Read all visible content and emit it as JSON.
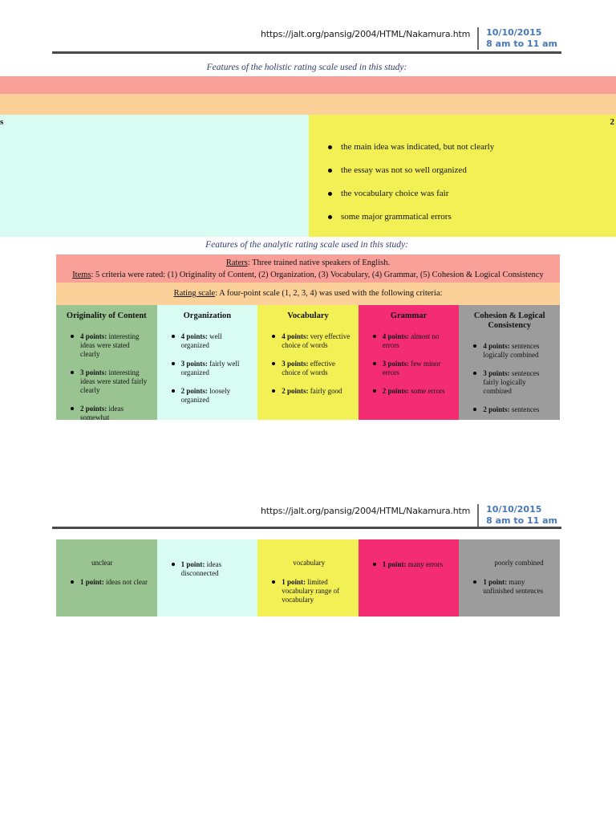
{
  "header": {
    "url": "https://jalt.org/pansig/2004/HTML/Nakamura.htm",
    "date": "10/10/2015",
    "time": "8 am to 11 am"
  },
  "colors": {
    "salmon": "#F9A099",
    "orange": "#FCD199",
    "green": "#99C491",
    "cyan": "#D8FBF2",
    "yellow": "#F3F055",
    "pink": "#F42C74",
    "gray": "#9C9C9C",
    "date_blue": "#4678B5",
    "title_navy": "#333A70"
  },
  "holistic": {
    "title": "Features of the holistic rating scale used in this study:",
    "left_fragment": "s",
    "right_fragment": "2",
    "bullets": [
      "the main idea was indicated, but not clearly",
      "the essay was not so well organized",
      "the vocabulary choice was fair",
      "some major grammatical errors"
    ]
  },
  "analytic": {
    "title": "Features of the analytic rating scale used in this study:",
    "raters_label": "Raters",
    "raters_text": ": Three trained native speakers of English.",
    "items_label": "Items",
    "items_text": ": 5 criteria were rated: (1) Originality of Content, (2) Organization, (3) Vocabulary, (4) Grammar, (5) Cohesion & Logical Consistency",
    "rating_scale_label": "Rating scale",
    "rating_scale_text": ": A four-point scale (1, 2, 3, 4) was used with the following criteria:",
    "columns": [
      {
        "header": "Originality of Content",
        "color": "#99C491",
        "page1_items": [
          {
            "label": "4 points:",
            "text": "interesting ideas were stated clearly"
          },
          {
            "label": "3 points:",
            "text": "interesting ideas were stated fairly clearly"
          },
          {
            "label": "2 points:",
            "text": "ideas somewhat"
          }
        ],
        "page2_continuation": "unclear",
        "page2_items": [
          {
            "label": "1 point:",
            "text": "ideas not clear"
          }
        ]
      },
      {
        "header": "Organization",
        "color": "#D8FBF2",
        "page1_items": [
          {
            "label": "4 points:",
            "text": "well organized"
          },
          {
            "label": "3 points:",
            "text": "fairly well organized"
          },
          {
            "label": "2 points:",
            "text": "loosely organized"
          }
        ],
        "page2_continuation": "",
        "page2_items": [
          {
            "label": "1 point:",
            "text": "ideas disconnected"
          }
        ]
      },
      {
        "header": "Vocabulary",
        "color": "#F3F055",
        "page1_items": [
          {
            "label": "4 points:",
            "text": "very effective choice of words"
          },
          {
            "label": "3 points:",
            "text": "effective choice of words"
          },
          {
            "label": "2 points:",
            "text": "fairly good"
          }
        ],
        "page2_continuation": "vocabulary",
        "page2_items": [
          {
            "label": "1 point:",
            "text": "limited vocabulary range of vocabulary"
          }
        ]
      },
      {
        "header": "Grammar",
        "color": "#F42C74",
        "page1_items": [
          {
            "label": "4 points:",
            "text": "almost no errors"
          },
          {
            "label": "3 points:",
            "text": "few minor errors"
          },
          {
            "label": "2 points:",
            "text": "some errors"
          }
        ],
        "page2_continuation": "",
        "page2_items": [
          {
            "label": "1 point:",
            "text": "many errors"
          }
        ]
      },
      {
        "header": "Cohesion & Logical Consistency",
        "color": "#9C9C9C",
        "page1_items": [
          {
            "label": "4 points:",
            "text": "sentences logically combined"
          },
          {
            "label": "3 points:",
            "text": "sentences fairly logically combined"
          },
          {
            "label": "2 points:",
            "text": "sentences"
          }
        ],
        "page2_continuation": "poorly combined",
        "page2_items": [
          {
            "label": "1 point:",
            "text": "many unfinished sentences"
          }
        ]
      }
    ]
  }
}
